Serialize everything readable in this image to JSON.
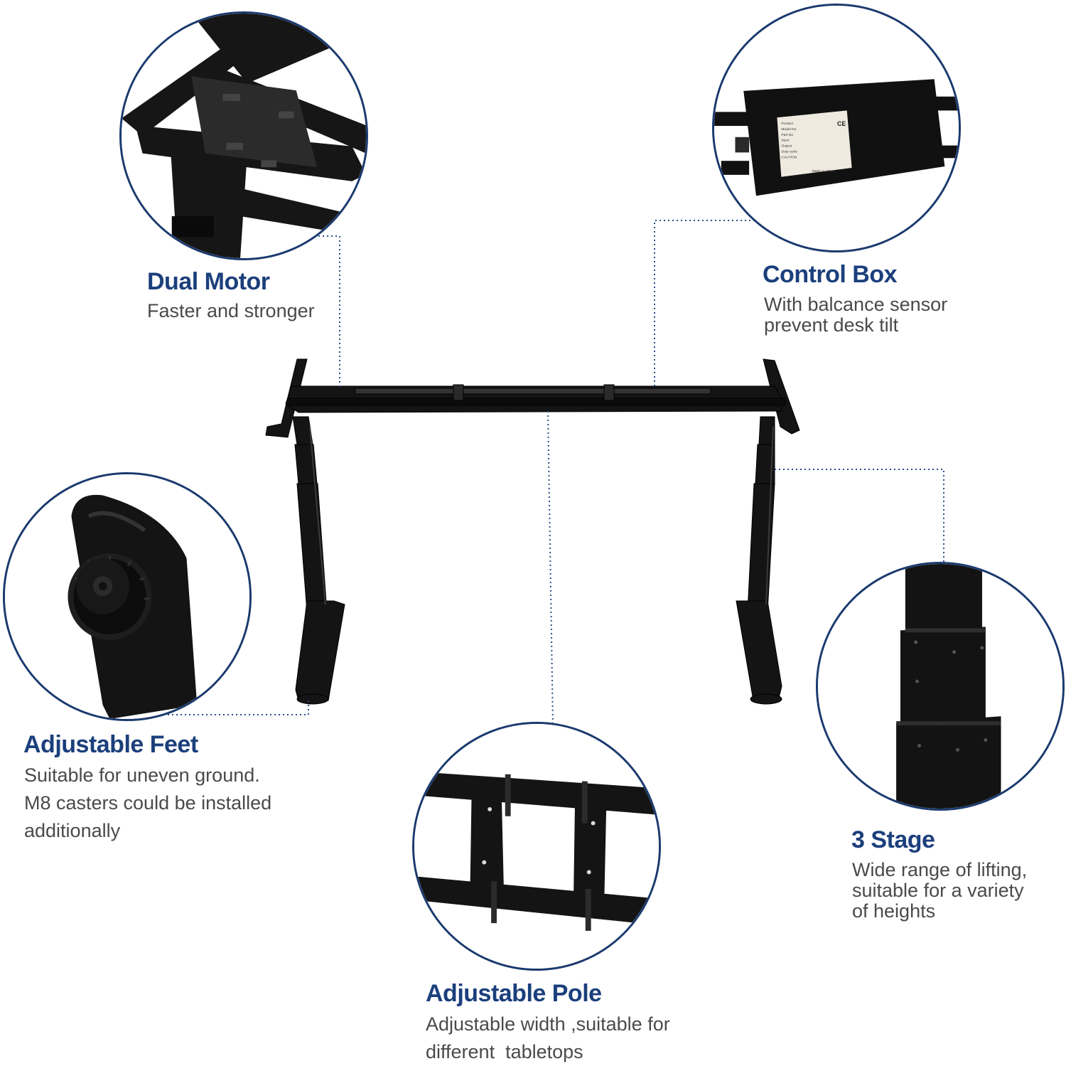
{
  "colors": {
    "title": "#1b3f7c",
    "description": "#4a4a4a",
    "circle_border": "#1a3a6e",
    "leader_line": "#2a4f8c",
    "frame_steel": "#141414"
  },
  "callouts": {
    "dual_motor": {
      "title": "Dual Motor",
      "lines": [
        "Faster and stronger"
      ]
    },
    "control_box": {
      "title": "Control Box",
      "lines": [
        "With balcance sensor",
        "prevent desk tilt"
      ],
      "label_lines": [
        "Product",
        "Model No",
        "Part No",
        "Input",
        "Output",
        "Duty cycle",
        "CAUTION",
        "Made in China"
      ],
      "ce_mark": "CE"
    },
    "adjustable_feet": {
      "title": "Adjustable Feet",
      "lines": [
        "Suitable for uneven ground.",
        "M8 casters could be installed",
        "additionally"
      ]
    },
    "three_stage": {
      "title": "3 Stage",
      "lines": [
        "Wide range of lifting,",
        "suitable for a variety",
        "of heights"
      ]
    },
    "adjustable_pole": {
      "title": "Adjustable Pole",
      "lines": [
        "Adjustable width ,suitable for",
        "different  tabletops"
      ]
    }
  }
}
